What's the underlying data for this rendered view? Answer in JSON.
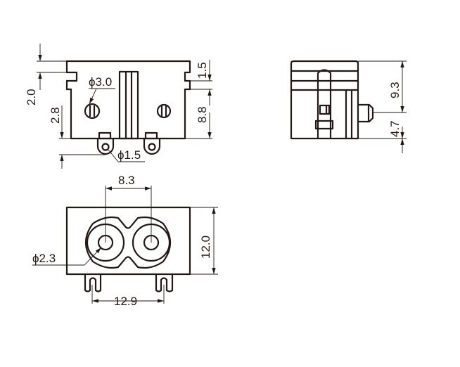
{
  "colors": {
    "line": "#231815",
    "background": "#ffffff"
  },
  "front_view": {
    "dim_top_height": "2.0",
    "dim_lobe_height": "2.8",
    "dim_notch": "1.5",
    "dim_body": "8.8",
    "hole_dia": "ϕ3.0",
    "lug_hole_dia": "ϕ1.5"
  },
  "side_view": {
    "dim_upper": "9.3",
    "dim_lower": "4.7"
  },
  "bottom_view": {
    "pin_spacing": "8.3",
    "height": "12.0",
    "pin_dia": "ϕ2.3",
    "lug_spacing": "12.9"
  }
}
